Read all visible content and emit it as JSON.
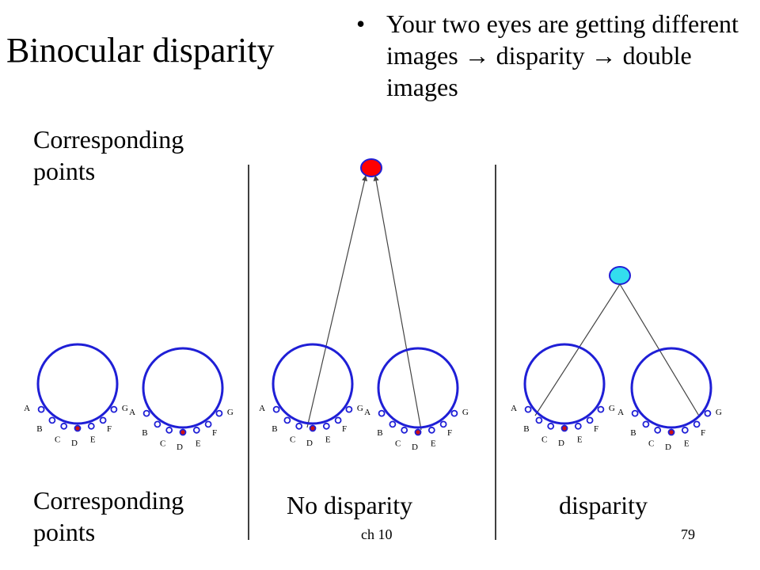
{
  "title": "Binocular disparity",
  "bullets": [
    {
      "text": "Your two eyes are getting different images → disparity → double images"
    }
  ],
  "labels": {
    "corresponding_top": "Corresponding points",
    "corresponding_bottom": "Corresponding points",
    "no_disparity": "No disparity",
    "disparity": "disparity"
  },
  "footer": {
    "chapter": "ch 10",
    "page": "79"
  },
  "eye_point_letters": [
    "A",
    "B",
    "C",
    "D",
    "E",
    "F",
    "G"
  ],
  "colors": {
    "eye_outline": "#1f1fd6",
    "fixated_object": "#ff0000",
    "disparate_object": "#33ddee",
    "fovea_point": "#cc1111",
    "divider": "#000000"
  }
}
